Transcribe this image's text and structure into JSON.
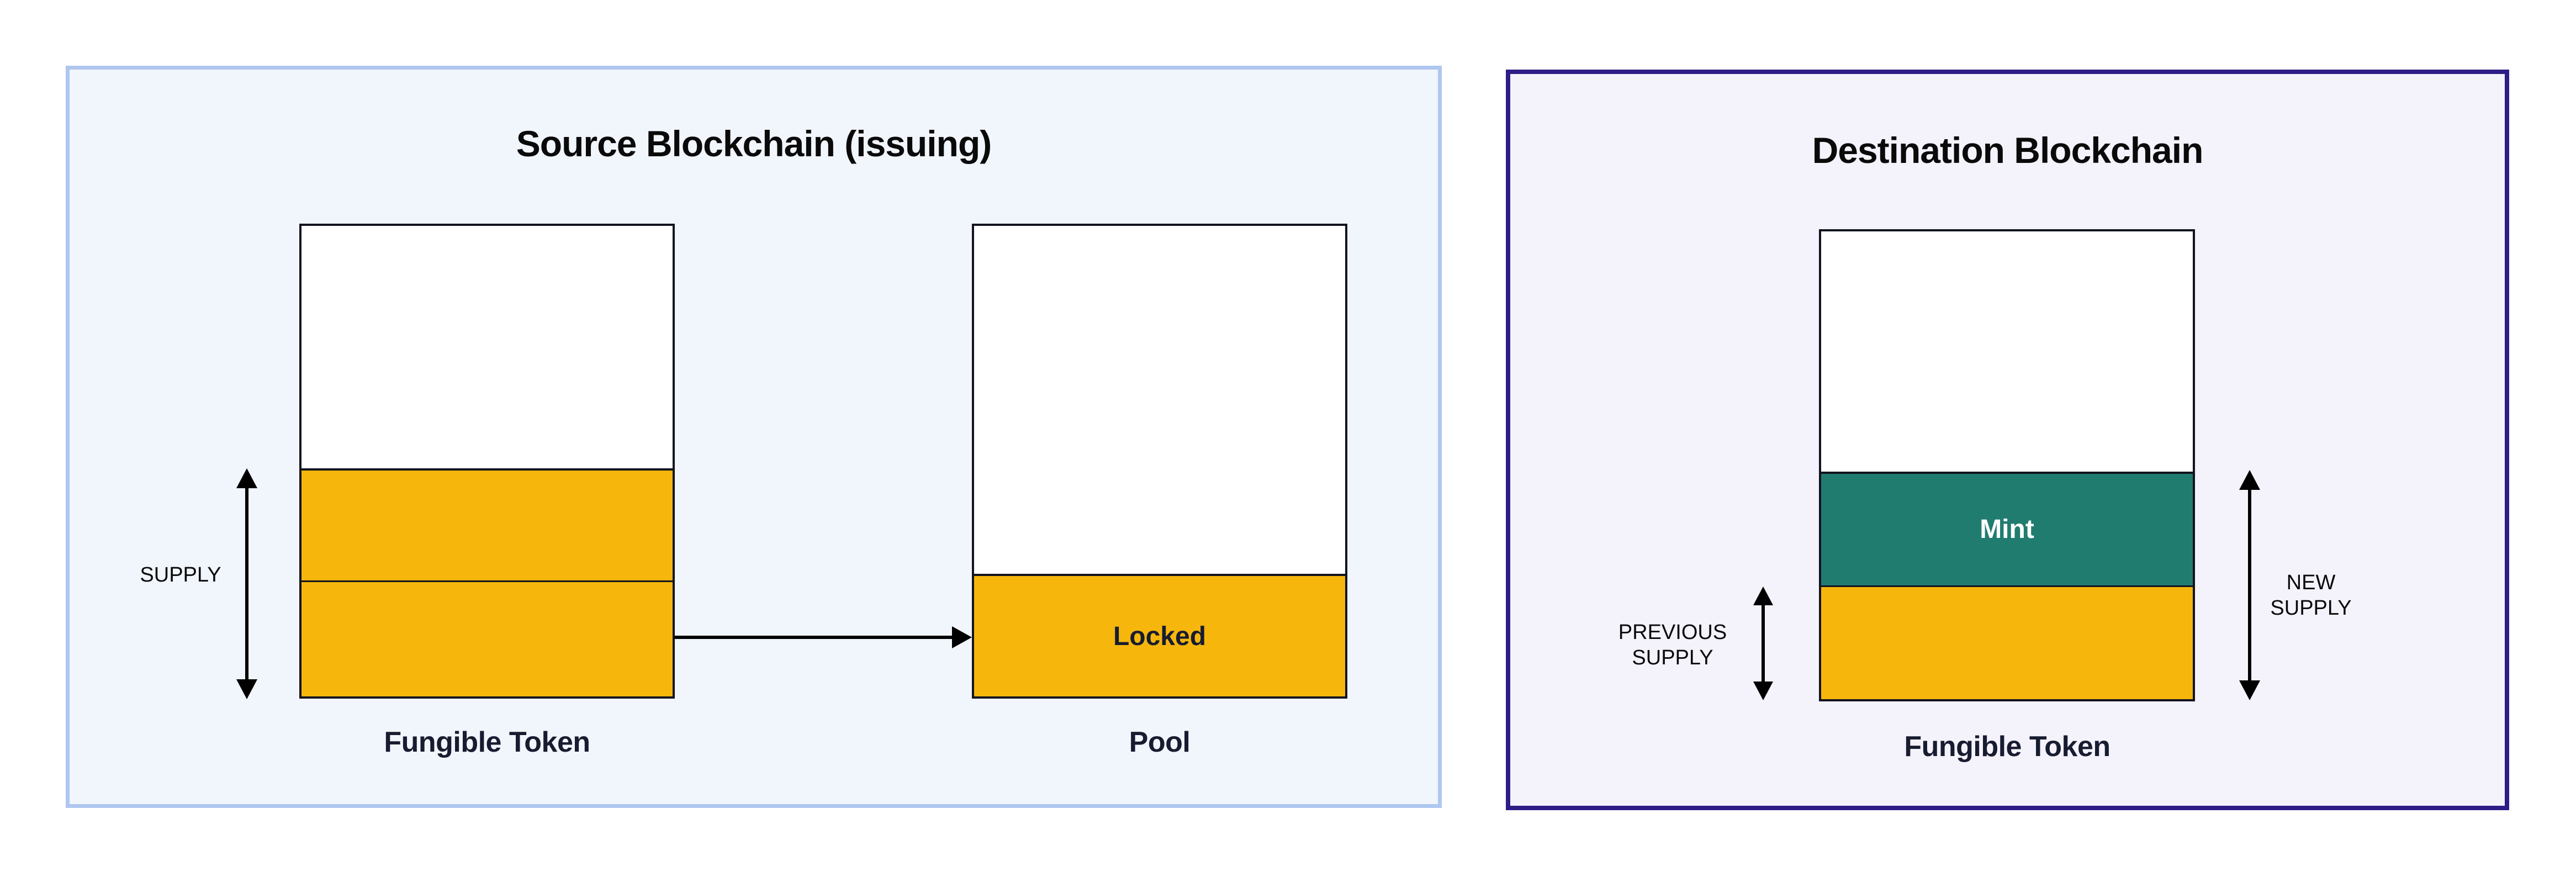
{
  "colors": {
    "page_bg": "#FFFFFF",
    "source_panel_bg": "#F1F5FC",
    "source_panel_border": "#AFC7F0",
    "dest_panel_bg": "#F4F2FB",
    "dest_panel_border": "#2D1D86",
    "box_border": "#12141F",
    "section_white": "#FFFFFF",
    "yellow": "#F6B60C",
    "teal": "#217C70",
    "title_text": "#0A0A0A",
    "label_text": "#171C30",
    "supply_text": "#0A0A0A",
    "mint_text": "#FFFFFF",
    "arrow": "#000000"
  },
  "source_panel": {
    "title": "Source Blockchain (issuing)",
    "supply_label": "SUPPLY",
    "supply_arrow_icon": "double-arrow-vertical-icon",
    "transfer_arrow_icon": "arrow-right-icon",
    "fungible_token": {
      "caption": "Fungible Token",
      "sections": [
        "unfilled",
        "supply-upper",
        "supply-lower"
      ]
    },
    "pool": {
      "caption": "Pool",
      "locked_label": "Locked",
      "sections": [
        "unfilled",
        "locked"
      ]
    }
  },
  "destination_panel": {
    "title": "Destination Blockchain",
    "previous_supply": {
      "line1": "PREVIOUS",
      "line2": "SUPPLY"
    },
    "new_supply": {
      "line1": "NEW",
      "line2": "SUPPLY"
    },
    "previous_supply_arrow_icon": "double-arrow-vertical-icon",
    "new_supply_arrow_icon": "double-arrow-vertical-icon",
    "fungible_token": {
      "caption": "Fungible Token",
      "mint_label": "Mint",
      "sections": [
        "unfilled",
        "mint",
        "previous-supply"
      ]
    }
  }
}
